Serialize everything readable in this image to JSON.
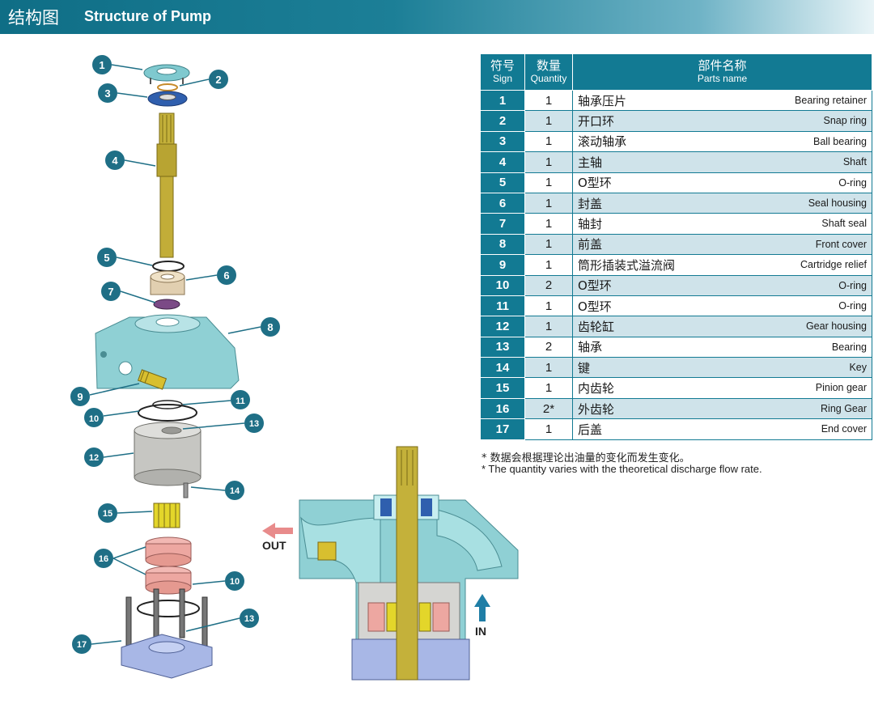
{
  "header": {
    "title_cn": "结构图",
    "title_en": "Structure of Pump"
  },
  "table": {
    "columns": [
      {
        "cn": "符号",
        "en": "Sign"
      },
      {
        "cn": "数量",
        "en": "Quantity"
      },
      {
        "cn": "部件名称",
        "en": "Parts name"
      }
    ],
    "rows": [
      {
        "sign": "1",
        "qty": "1",
        "cn": "轴承压片",
        "en": "Bearing retainer"
      },
      {
        "sign": "2",
        "qty": "1",
        "cn": "开口环",
        "en": "Snap ring"
      },
      {
        "sign": "3",
        "qty": "1",
        "cn": "滚动轴承",
        "en": "Ball bearing"
      },
      {
        "sign": "4",
        "qty": "1",
        "cn": "主轴",
        "en": "Shaft"
      },
      {
        "sign": "5",
        "qty": "1",
        "cn": "O型环",
        "en": "O-ring"
      },
      {
        "sign": "6",
        "qty": "1",
        "cn": "封盖",
        "en": "Seal housing"
      },
      {
        "sign": "7",
        "qty": "1",
        "cn": "轴封",
        "en": "Shaft seal"
      },
      {
        "sign": "8",
        "qty": "1",
        "cn": "前盖",
        "en": "Front cover"
      },
      {
        "sign": "9",
        "qty": "1",
        "cn": "筒形插装式溢流阀",
        "en": "Cartridge relief"
      },
      {
        "sign": "10",
        "qty": "2",
        "cn": "O型环",
        "en": "O-ring"
      },
      {
        "sign": "11",
        "qty": "1",
        "cn": "O型环",
        "en": "O-ring"
      },
      {
        "sign": "12",
        "qty": "1",
        "cn": "齿轮缸",
        "en": "Gear housing"
      },
      {
        "sign": "13",
        "qty": "2",
        "cn": "轴承",
        "en": "Bearing"
      },
      {
        "sign": "14",
        "qty": "1",
        "cn": "键",
        "en": "Key"
      },
      {
        "sign": "15",
        "qty": "1",
        "cn": "内齿轮",
        "en": "Pinion gear"
      },
      {
        "sign": "16",
        "qty": "2*",
        "cn": "外齿轮",
        "en": "Ring Gear"
      },
      {
        "sign": "17",
        "qty": "1",
        "cn": "后盖",
        "en": "End cover"
      }
    ]
  },
  "notes": {
    "cn": "* 数据会根据理论出油量的变化而发生变化。",
    "en": "* The quantity varies with the theoretical discharge flow rate."
  },
  "callouts": [
    "1",
    "2",
    "3",
    "4",
    "5",
    "6",
    "7",
    "8",
    "9",
    "10",
    "11",
    "12",
    "13",
    "14",
    "15",
    "16",
    "10",
    "13",
    "17"
  ],
  "flow": {
    "out": "OUT",
    "in": "IN"
  },
  "colors": {
    "teal": "#127a93",
    "stripe": "#cfe3ea",
    "brass": "#b5a031",
    "housing": "#8fd0d4",
    "arrow_out": "#e88b8b",
    "arrow_in": "#1f7ea6"
  }
}
